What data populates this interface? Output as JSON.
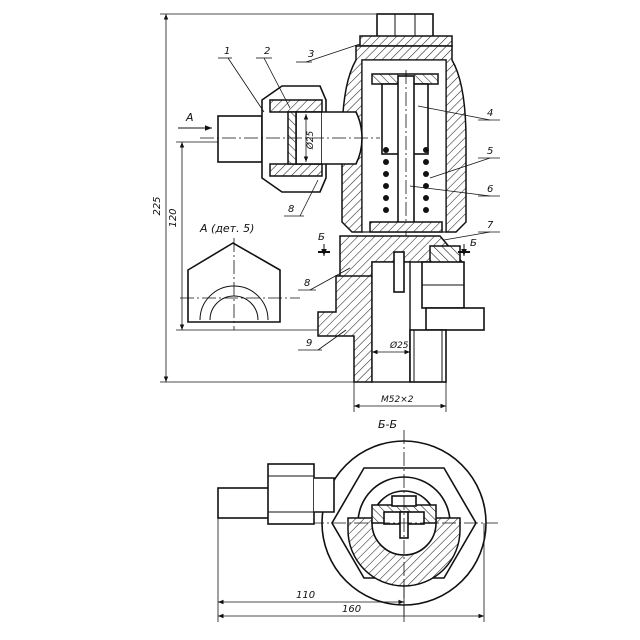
{
  "diagram": {
    "callouts": [
      "1",
      "2",
      "3",
      "4",
      "5",
      "6",
      "7",
      "8",
      "8",
      "9"
    ],
    "dimensions": {
      "overall_height": "225",
      "inlet_axis_height": "120",
      "inlet_bore": "Ø25",
      "outlet_bore": "Ø25",
      "outlet_thread": "M52×2",
      "plan_width_short": "110",
      "plan_width_long": "160"
    },
    "view_labels": {
      "arrow_a": "A",
      "detail_a": "А (дет. 5)",
      "section_mark_left": "Б",
      "section_mark_right": "Б",
      "section_title": "Б-Б"
    }
  }
}
